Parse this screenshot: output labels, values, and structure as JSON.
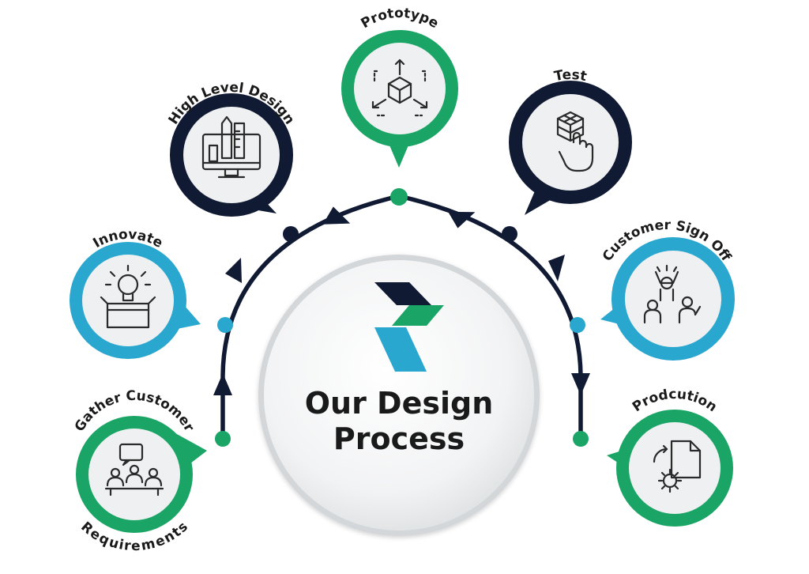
{
  "title_line1": "Our Design",
  "title_line2": "Process",
  "colors": {
    "navy": "#101a33",
    "green": "#1aa566",
    "blue": "#2aa7cf",
    "inner": "#eef0f1",
    "ink": "#2a2a2a"
  },
  "steps": [
    {
      "id": "gather",
      "label_top": "Gather Customer",
      "label_bottom": "Requirements",
      "icon": "meeting-icon",
      "color": "green"
    },
    {
      "id": "innovate",
      "label_top": "Innovate",
      "icon": "lightbulb-box-icon",
      "color": "blue"
    },
    {
      "id": "hld",
      "label_top": "High Level Design",
      "icon": "design-monitor-icon",
      "color": "navy"
    },
    {
      "id": "prototype",
      "label_top": "Prototype",
      "icon": "cube-arrows-icon",
      "color": "green"
    },
    {
      "id": "test",
      "label_top": "Test",
      "icon": "rubiks-cube-hand-icon",
      "color": "navy"
    },
    {
      "id": "signoff",
      "label_top": "Customer Sign Off",
      "icon": "celebrating-people-icon",
      "color": "blue"
    },
    {
      "id": "production",
      "label_top": "Prodcution",
      "icon": "document-gear-icon",
      "color": "green"
    }
  ]
}
